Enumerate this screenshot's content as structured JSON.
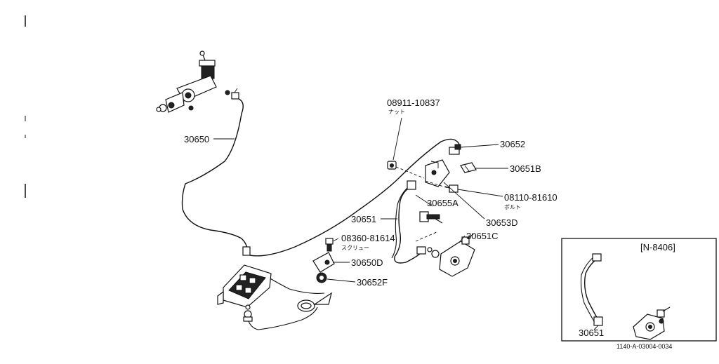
{
  "labels": {
    "l30650": "30650",
    "l08911": "08911-10837",
    "l08911_sub": "ナット",
    "l30652": "30652",
    "l30651B": "30651B",
    "l08110": "08110-81610",
    "l08110_sub": "ボルト",
    "l30655A": "30655A",
    "l30651": "30651",
    "l30653D": "30653D",
    "l08360": "08360-81614",
    "l08360_sub": "スクリュー",
    "l30651C": "30651C",
    "l30650D": "30650D",
    "l30652F": "30652F"
  },
  "inset": {
    "tag": "[N-8406]",
    "part_label": "30651"
  },
  "drawing_code": "1140-A-03004-0034"
}
